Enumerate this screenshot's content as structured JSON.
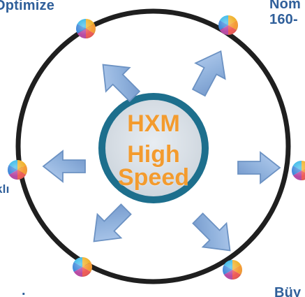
{
  "labels": {
    "top_left": "Optimize",
    "top_right_1": "Nom",
    "top_right_2": "160-",
    "left": "klı",
    "bottom_left": ".",
    "bottom_right": "Büy"
  },
  "center": {
    "line_1": "HXM",
    "line_2": "High",
    "line_3": "Speed"
  },
  "colors": {
    "ring": "#1f1f1f",
    "center_fill": "#d8e0e7",
    "center_border": "#1d6f8d",
    "center_text": "#f39b2e",
    "arrow_fill": "#8fb1dc",
    "arrow_stroke": "#6c92c3",
    "label_text": "#2f5f9a"
  },
  "icons": {
    "node": "color-wheel-icon",
    "arrow": "arrow-icon"
  }
}
